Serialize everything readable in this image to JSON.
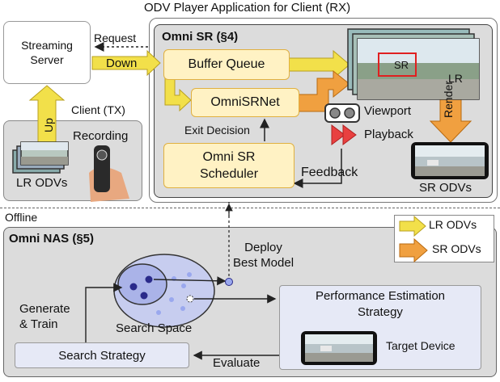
{
  "top": {
    "app_title": "ODV Player Application for Client (RX)",
    "streaming_server": "Streaming\nServer",
    "request": "Request",
    "down": "Down",
    "up": "Up",
    "client_tx": "Client (TX)",
    "recording": "Recording",
    "lr_odvs": "LR ODVs",
    "omni_sr_title": "Omni SR (§4)",
    "buffer_queue": "Buffer Queue",
    "omnisrnet": "OmniSRNet",
    "exit_decision": "Exit Decision",
    "scheduler": "Omni SR\nScheduler",
    "feedback": "Feedback",
    "viewport": "Viewport",
    "playback": "Playback",
    "render": "Render",
    "sr_odvs": "SR ODVs",
    "sr_badge": "SR",
    "lr_badge": "LR"
  },
  "offline": {
    "label": "Offline",
    "nas_title": "Omni NAS (§5)",
    "legend_lr": "LR ODVs",
    "legend_sr": "SR ODVs",
    "deploy": "Deploy\nBest Model",
    "generate_train": "Generate\n& Train",
    "search_space": "Search Space",
    "perf_est": "Performance Estimation\nStrategy",
    "target_device": "Target Device",
    "search_strategy": "Search Strategy",
    "evaluate": "Evaluate"
  },
  "colors": {
    "lr_arrow": "#f2e04a",
    "sr_arrow": "#f0a040",
    "panel_gray": "#dcdcdc",
    "module_yellow": "#fff2c4",
    "module_border": "#e0b040",
    "nas_blue": "#e6e9f6",
    "playback_red": "#e84040",
    "search_space_fill": "#c7cdef",
    "node_dark": "#2a2a8a",
    "node_light": "#9aa8ee"
  },
  "icons": [
    "camera-360-icon",
    "vr-headset-icon",
    "playback-icon",
    "odv-frame-icon",
    "phone-icon"
  ]
}
